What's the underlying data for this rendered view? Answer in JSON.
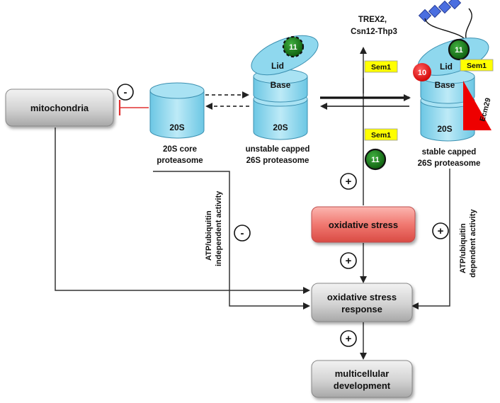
{
  "nodes": {
    "mitochondria": "mitochondria",
    "oxidative_stress": "oxidative stress",
    "oxidative_stress_response": [
      "oxidative stress",
      "response"
    ],
    "multicellular_development": [
      "multicellular",
      "development"
    ]
  },
  "proteasomes": {
    "core": {
      "cylinder_label": "20S",
      "caption": [
        "20S core",
        "proteasome"
      ]
    },
    "unstable": {
      "lid": "Lid",
      "base": "Base",
      "core": "20S",
      "subunit": "11",
      "caption": [
        "unstable capped",
        "26S proteasome"
      ]
    },
    "stable": {
      "lid": "Lid",
      "base": "Base",
      "core": "20S",
      "subunit_11": "11",
      "subunit_10": "10",
      "sem1": "Sem1",
      "chaperone": "Ecm29",
      "caption": [
        "stable capped",
        "26S proteasome"
      ]
    }
  },
  "factors": {
    "trex2": [
      "TREX2,",
      "Csn12-Thp3"
    ],
    "sem1_top": "Sem1",
    "sem1_mid": "Sem1",
    "subunit_11_free": "11"
  },
  "activity_labels": {
    "independent": [
      "ATP/ubiquitin",
      "independent activity"
    ],
    "dependent": [
      "ATP/ubiquitin",
      "dependent activity"
    ]
  },
  "signs": {
    "inhibit_mito": "-",
    "inhibit_response": "-",
    "promote_assembly": "+",
    "promote_response_from_stress": "+",
    "promote_response_from_26s": "+",
    "promote_development": "+"
  },
  "colors": {
    "proteasome_cyan": "#8fd8ee",
    "sem1_yellow": "#ffff00",
    "subunit_green": "#1a7a1a",
    "subunit_red": "#ee1111",
    "ecm29_red": "#ee0000",
    "stress_pink": "#f07070",
    "box_gray": "#c8c8c8",
    "inhibition_red": "#e03030"
  }
}
